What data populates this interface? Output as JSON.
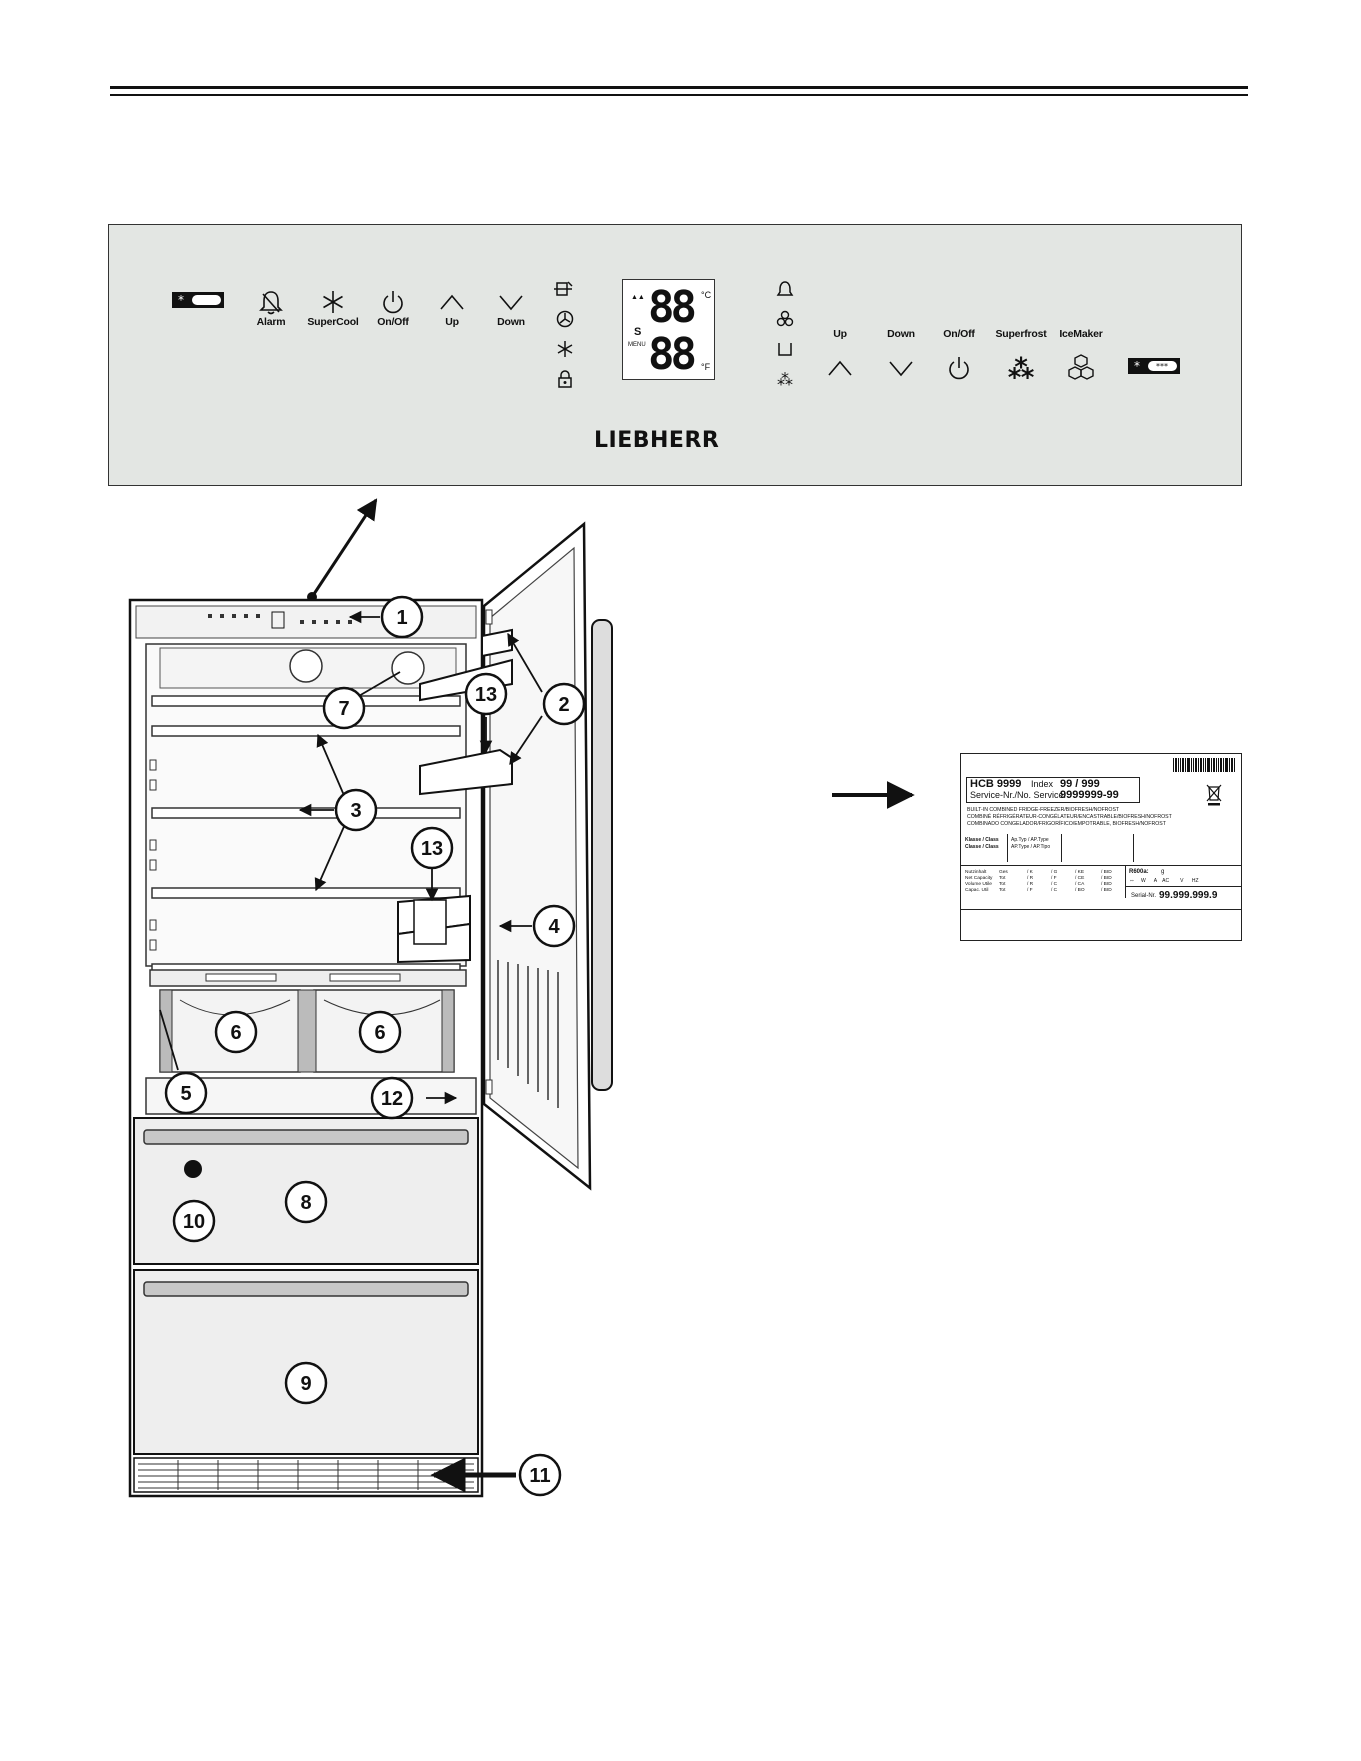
{
  "control_panel": {
    "buttons_left": [
      "Alarm",
      "SuperCool",
      "On/Off",
      "Up",
      "Down"
    ],
    "buttons_right": [
      "Up",
      "Down",
      "On/Off",
      "Superfrost",
      "IceMaker"
    ],
    "display": {
      "top_digits": "88",
      "bottom_digits": "88",
      "unit_c": "°C",
      "unit_f": "°F",
      "s_label": "S",
      "menu_label": "MENU"
    },
    "brand": "LIEBHERR"
  },
  "callouts": [
    "1",
    "2",
    "3",
    "4",
    "5",
    "6",
    "6",
    "7",
    "8",
    "9",
    "10",
    "11",
    "12",
    "13",
    "13"
  ],
  "rating_plate": {
    "model": "HCB 9999",
    "index_label": "Index",
    "index_value": "99 / 999",
    "service_label": "Service-Nr./No. Service:",
    "service_value": "9999999-99",
    "desc_1": "BUILT-IN COMBINED FRIDGE-FREEZER/BIOFRESH/NOFROST",
    "desc_2": "COMBINÉ RÉFRIGÉRATEUR-CONGÉLATEUR/ENCASTRABLE/BIOFRESH/NOFROST",
    "desc_3": "COMBINADO CONGELADOR/FRIGORÍFICO/EMPOTRABLE, BIOFRESH/NOFROST",
    "klasse": "Klasse / Class",
    "classe": "Classe / Class",
    "aptyp": "Ap.Typ / AP.Type",
    "aptype2": "AP.Type / AP.Tipo",
    "row_labels": [
      "Nutzinhalt",
      "Net Capacity",
      "Volume Utile",
      "Capac. Util"
    ],
    "col_gesamt": [
      "Ges",
      "Tot",
      "Tot",
      "Tot"
    ],
    "col_2": [
      "/ K",
      "/ R",
      "/ R",
      "/ F"
    ],
    "col_3": [
      "/ G",
      "/ F",
      "/ C",
      "/ C"
    ],
    "col_4": [
      "/ KE",
      "/ CE",
      "/ CA",
      "/ BO"
    ],
    "col_5": [
      "/ BID",
      "/ BID",
      "/ BID",
      "/ BID"
    ],
    "refrigerant": "R600a:",
    "refrigerant_unit": "g",
    "elec_units": "W      A    AC        V      HZ",
    "serial_label": "Serial-Nr.",
    "serial_value": "99.999.999.9"
  }
}
